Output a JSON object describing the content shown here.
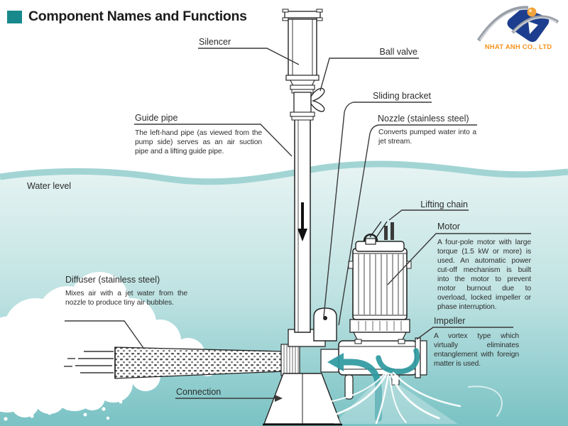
{
  "header": {
    "title": "Component Names and Functions"
  },
  "logo": {
    "company": "NHAT ANH CO., LTD"
  },
  "diagram": {
    "water_level_label": "Water level",
    "labels": {
      "silencer": {
        "title": "Silencer"
      },
      "ball_valve": {
        "title": "Ball valve"
      },
      "sliding_bracket": {
        "title": "Sliding bracket"
      },
      "nozzle": {
        "title": "Nozzle (stainless steel)",
        "description": "Converts pumped water into a jet stream."
      },
      "guide_pipe": {
        "title": "Guide pipe",
        "description": "The left-hand pipe (as viewed from the pump side) serves as an air suction pipe and a lifting guide pipe."
      },
      "lifting_chain": {
        "title": "Lifting chain"
      },
      "motor": {
        "title": "Motor",
        "description": "A four-pole motor with large torque (1.5 kW or more) is used. An automatic power cut-off mechanism is built into the motor to prevent motor burnout due to overload, locked impeller or phase interruption."
      },
      "impeller": {
        "title": "Impeller",
        "description": "A vortex type which virtually eliminates entanglement with foreign matter is used."
      },
      "diffuser": {
        "title": "Diffuser (stainless steel)",
        "description": "Mixes air with a jet water from the nozzle to produce tiny air bubbles."
      },
      "connection": {
        "title": "Connection"
      }
    },
    "colors": {
      "accent": "#17898c",
      "water_surface_band": "#a2d4d4",
      "water_light": "#e7f4f3",
      "water_deep": "#79c2c4",
      "flow_arrow": "#2e9aa0",
      "logo_orange": "#f7941d",
      "logo_blue": "#1d3e8e",
      "line": "#2a2a2a"
    }
  }
}
